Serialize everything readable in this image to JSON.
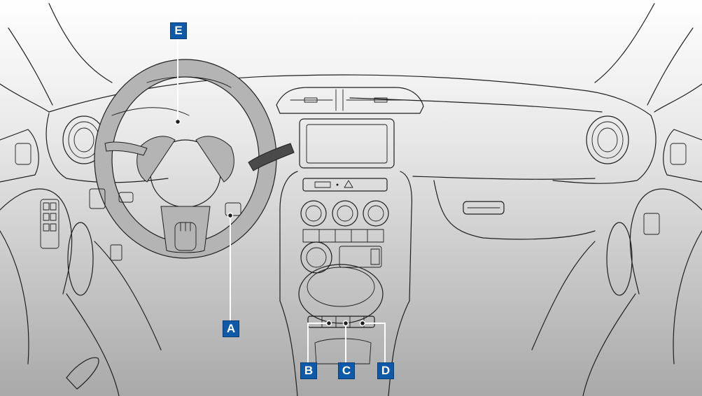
{
  "callouts": {
    "e": "E",
    "a": "A",
    "b": "B",
    "c": "C",
    "d": "D"
  },
  "colors": {
    "callout_fill": "#0f5aa8",
    "callout_text": "#ffffff",
    "wheel_fill": "#b4b4b4",
    "background_top": "#ffffff",
    "background_bottom": "#a9a9a9"
  }
}
